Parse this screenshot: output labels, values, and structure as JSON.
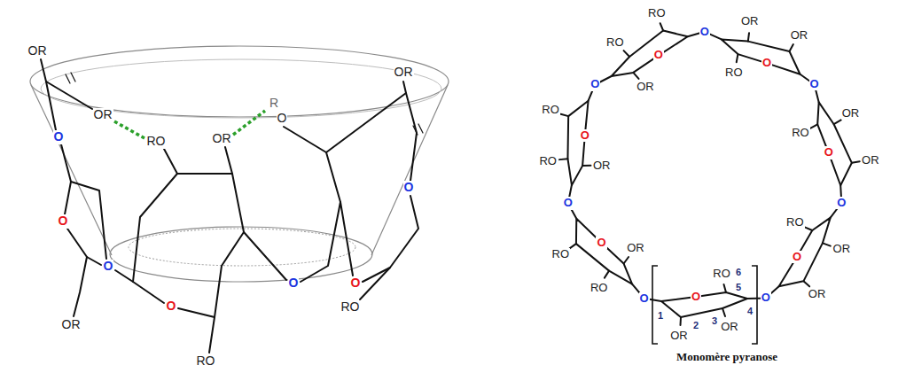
{
  "diagram": {
    "labels": [
      "OR",
      "O",
      "OR",
      "RO",
      "OR",
      "R",
      "O",
      "OR",
      "O",
      "O",
      "O",
      "O",
      "O",
      "O",
      "OR",
      "RO",
      "RO",
      "O",
      "OR",
      "OR",
      "RO",
      "O",
      "RO",
      "RO",
      "OR",
      "O",
      "RO",
      "RO",
      "OR",
      "O",
      "RO",
      "RO",
      "OR",
      "O",
      "OR",
      "OR",
      "RO",
      "O",
      "OR",
      "OR",
      "RO",
      "O",
      "OR",
      "OR",
      "RO",
      "O",
      "O",
      "O",
      "O",
      "O",
      "O",
      "O",
      "1",
      "2",
      "3",
      "4",
      "5",
      "6",
      "Monomère pyranose"
    ]
  }
}
